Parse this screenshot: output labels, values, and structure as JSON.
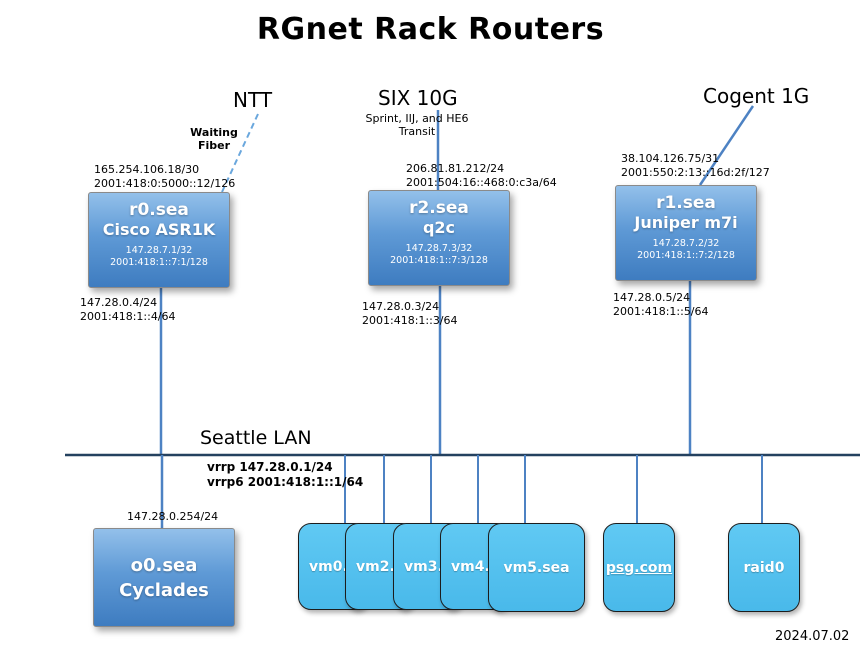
{
  "title": "RGnet Rack Routers",
  "date": "2024.07.02",
  "uplinks": {
    "ntt": {
      "label": "NTT",
      "note": "Waiting\nFiber"
    },
    "six": {
      "label": "SIX 10G",
      "note": "Sprint, IIJ, and HE6\nTransit"
    },
    "cogent": {
      "label": "Cogent 1G"
    }
  },
  "routers": [
    {
      "name": "r0.sea",
      "model": "Cisco ASR1K",
      "loopback": "147.28.7.1/32\n2001:418:1::7:1/128",
      "uplink_ips": "165.254.106.18/30\n2001:418:0:5000::12/126",
      "lan_ips": "147.28.0.4/24\n2001:418:1::4/64"
    },
    {
      "name": "r2.sea",
      "model": "q2c",
      "loopback": "147.28.7.3/32\n2001:418:1::7:3/128",
      "uplink_ips": "206.81.81.212/24\n2001:504:16::468:0:c3a/64",
      "lan_ips": "147.28.0.3/24\n2001:418:1::3/64"
    },
    {
      "name": "r1.sea",
      "model": "Juniper m7i",
      "loopback": "147.28.7.2/32\n2001:418:1::7:2/128",
      "uplink_ips": "38.104.126.75/31\n2001:550:2:13::16d:2f/127",
      "lan_ips": "147.28.0.5/24\n2001:418:1::5/64"
    }
  ],
  "lan": {
    "label": "Seattle LAN",
    "vrrp": "vrrp 147.28.0.1/24\nvrrp6 2001:418:1::1/64"
  },
  "console": {
    "name": "o0.sea",
    "model": "Cyclades",
    "ip": "147.28.0.254/24"
  },
  "servers": [
    {
      "label": "vm0."
    },
    {
      "label": "vm2."
    },
    {
      "label": "vm3."
    },
    {
      "label": "vm4."
    },
    {
      "label": "vm5.sea"
    },
    {
      "label": "psg.com"
    },
    {
      "label": "raid0"
    }
  ],
  "colors": {
    "router_gradient_top": "#93c0ea",
    "router_gradient_bottom": "#3e7cc0",
    "server_fill": "#52c2f0",
    "connector_line": "#4d82c3",
    "lan_line": "#24415f",
    "dashed_line": "#6aa7dd"
  }
}
